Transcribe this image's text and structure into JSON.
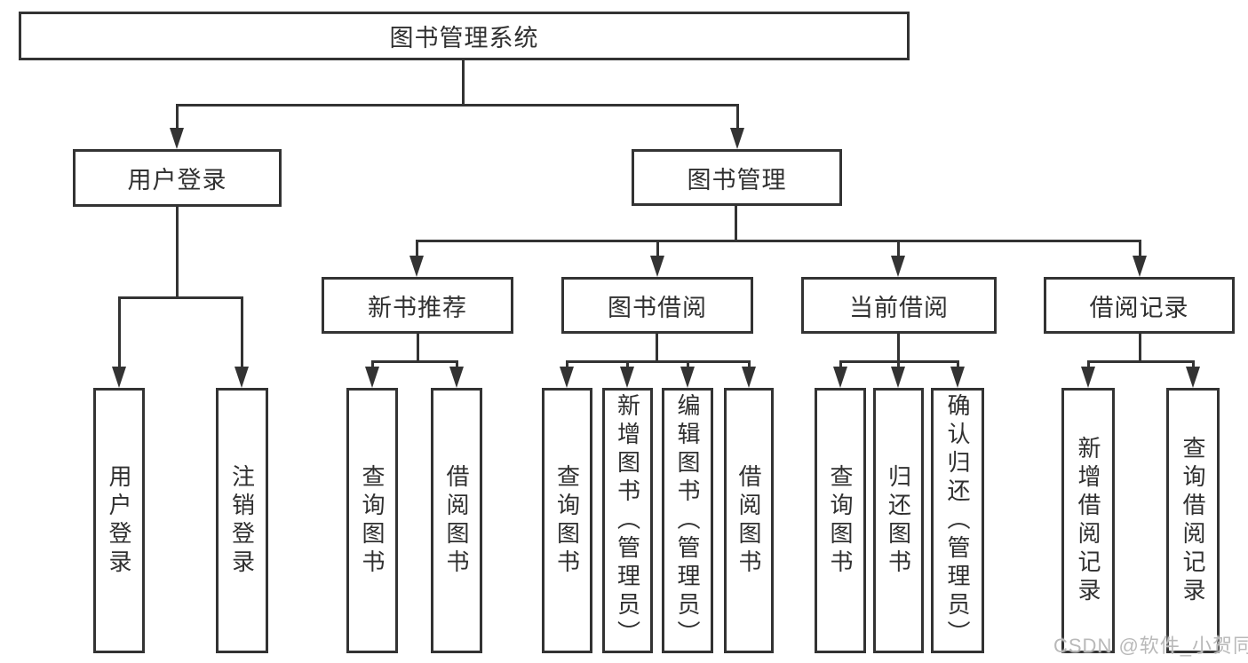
{
  "diagram": {
    "title": "图书管理系统",
    "tree": {
      "label": "图书管理系统",
      "children": [
        {
          "label": "用户登录",
          "children": [
            {
              "label": "用户登录"
            },
            {
              "label": "注销登录"
            }
          ]
        },
        {
          "label": "图书管理",
          "children": [
            {
              "label": "新书推荐",
              "children": [
                {
                  "label": "查询图书"
                },
                {
                  "label": "借阅图书"
                }
              ]
            },
            {
              "label": "图书借阅",
              "children": [
                {
                  "label": "查询图书"
                },
                {
                  "label": "新增图书（管理员）"
                },
                {
                  "label": "编辑图书（管理员）"
                },
                {
                  "label": "借阅图书"
                }
              ]
            },
            {
              "label": "当前借阅",
              "children": [
                {
                  "label": "查询图书"
                },
                {
                  "label": "归还图书"
                },
                {
                  "label": "确认归还（管理员）"
                }
              ]
            },
            {
              "label": "借阅记录",
              "children": [
                {
                  "label": "新增借阅记录"
                },
                {
                  "label": "查询借阅记录"
                }
              ]
            }
          ]
        }
      ]
    },
    "watermark": "CSDN @软件_小贺同学",
    "colors": {
      "line": "#333333",
      "text": "#303030",
      "box_background": "#ffffff",
      "page_background": "#ffffff",
      "watermark": "#b9b9b9"
    }
  }
}
